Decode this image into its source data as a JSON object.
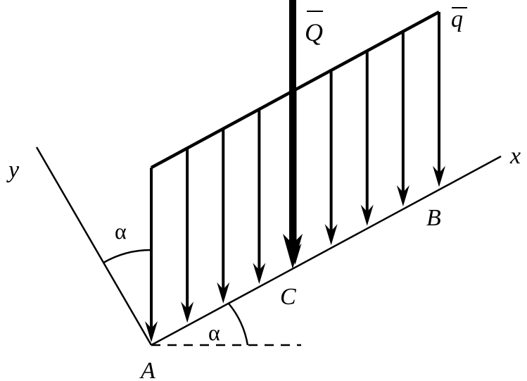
{
  "diagram": {
    "labels": {
      "y_axis": "y",
      "x_axis": "x",
      "force_Q": "Q",
      "load_q": "q",
      "point_A": "A",
      "point_B": "B",
      "point_C": "C",
      "angle_bottom": "α",
      "angle_left": "α"
    },
    "colors": {
      "ink": "#000000",
      "background": "#ffffff"
    },
    "load_arrow_count": 9
  }
}
